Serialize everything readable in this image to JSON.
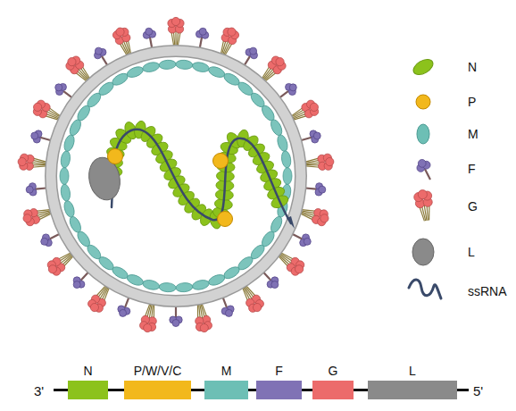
{
  "diagram": {
    "nodes": [
      {
        "text": [
          "N"
        ]
      },
      {
        "text": [
          "P/W/V/C"
        ]
      },
      {
        "text": [
          "M"
        ]
      },
      {
        "text": [
          "F"
        ]
      },
      {
        "text": [
          "G"
        ]
      },
      {
        "text": [
          "L"
        ]
      }
    ],
    "edges": [
      {
        "from": 0,
        "to": 1,
        "arrow": "none"
      },
      {
        "from": 1,
        "to": 2,
        "arrow": "none"
      },
      {
        "from": 2,
        "to": 3,
        "arrow": "none"
      },
      {
        "from": 3,
        "to": 4,
        "arrow": "none"
      },
      {
        "from": 4,
        "to": 5,
        "arrow": "none"
      }
    ],
    "labels": [
      "3'",
      "5'"
    ],
    "legend": [
      {
        "text": "N",
        "color": "#8cc21c"
      },
      {
        "text": "P",
        "color": "#f2b81c"
      },
      {
        "text": "M",
        "color": "#6dbfb5"
      },
      {
        "text": "F"
      },
      {
        "text": "G"
      },
      {
        "text": "L",
        "color": "#8a8a8a"
      },
      {
        "text": "ssRNA"
      }
    ]
  }
}
